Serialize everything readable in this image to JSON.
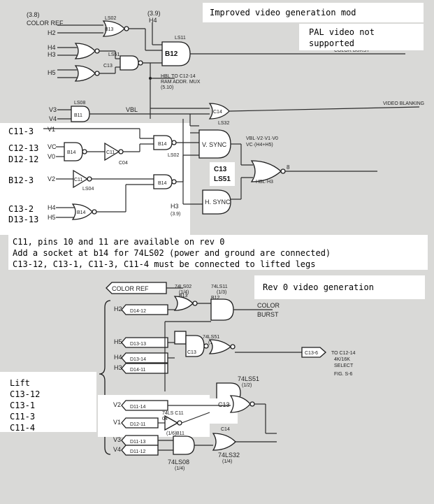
{
  "title": "Improved video generation mod",
  "pal_note": [
    "PAL video not",
    "supported"
  ],
  "notes": [
    "C11, pins 10 and 11 are available on rev 0",
    "Add a socket at b14 for 74LS02 (power and ground are connected)",
    "C13-12, C13-1, C11-3, C11-4 must be connected to lifted legs"
  ],
  "rev0_title": "Rev 0 video generation",
  "lift": {
    "heading": "Lift",
    "items": [
      "C13-12",
      "C13-1",
      "C11-3",
      "C11-4"
    ]
  },
  "left_labels": {
    "c11_3": "C11-3",
    "c12_13": "C12-13",
    "d12_12": "D12-12",
    "b12_3": "B12-3",
    "c13_2": "C13-2",
    "d13_13": "D13-13"
  },
  "top": {
    "color_ref": "COLOR REF",
    "ref38": "(3.8)",
    "h2": "H2",
    "h3": "H3",
    "h4": "H4",
    "h5": "H5",
    "ref39": "(3.9)",
    "v3": "V3",
    "v4": "V4",
    "vbl": "VBL",
    "ls02": "LS02",
    "b13": "B13",
    "ls51": "LS51",
    "c13": "C13",
    "ls11": "LS11",
    "b12": "B12",
    "color_burst": "COLOR BURST",
    "hbl_note": [
      "HBL TO C12-14",
      "RAM ADDR. MUX",
      "(5.10)"
    ],
    "ls08": "LS08",
    "b11": "B11",
    "c14": "C14",
    "ls32": "LS32",
    "video_blanking": "VIDEO BLANKING",
    "v1": "V1",
    "v2": "V2",
    "vc": "VC",
    "v0": "V0",
    "ls04": "LS04",
    "c11": "C11",
    "b14": "B14",
    "vsync": "V. SYNC",
    "hsync": "H. SYNC",
    "c13_big": "C13",
    "ls51_big": "LS51",
    "vbl_eq": "VBL·V2·V1·V0",
    "vc_eq": "VC·(H4+H5)",
    "hbl_h3": "HBL·H3",
    "h3_ref": "(3.9)"
  },
  "bottom": {
    "color_ref": "COLOR REF",
    "ic_74ls02": "74LS02",
    "b13": "B13",
    "ic_74ls11": "74LS11",
    "b12": "B12",
    "quarter": "(1/4)",
    "third": "(1/3)",
    "color": "COLOR",
    "burst": "BURST",
    "h2": "H2",
    "h5": "H5",
    "h4": "H4",
    "h3": "H3",
    "d14_12": "D14-12",
    "d13_13": "D13-13",
    "d13_14": "D13-14",
    "d14_11": "D14-11",
    "ic_74ls51": "74LS51",
    "half": "(1/2)",
    "c13": "C13",
    "c13_6": "C13-6",
    "to_c12": "TO C12-14",
    "mux": "4K/16K",
    "select": "SELECT",
    "fig": "FIG. S-6",
    "v2": "V2",
    "v1": "V1",
    "v3": "V3",
    "v4": "V4",
    "d11_14": "D11-14",
    "d12_11": "D12-11",
    "d11_13": "D11-13",
    "d11_12": "D11-12",
    "ls_c11": "74LS C11",
    "o4": "04",
    "sixth": "(1/6)",
    "c14": "C14",
    "b11": "B11",
    "ic_74ls08": "74LS08",
    "ic_74ls32": "74LS32"
  }
}
